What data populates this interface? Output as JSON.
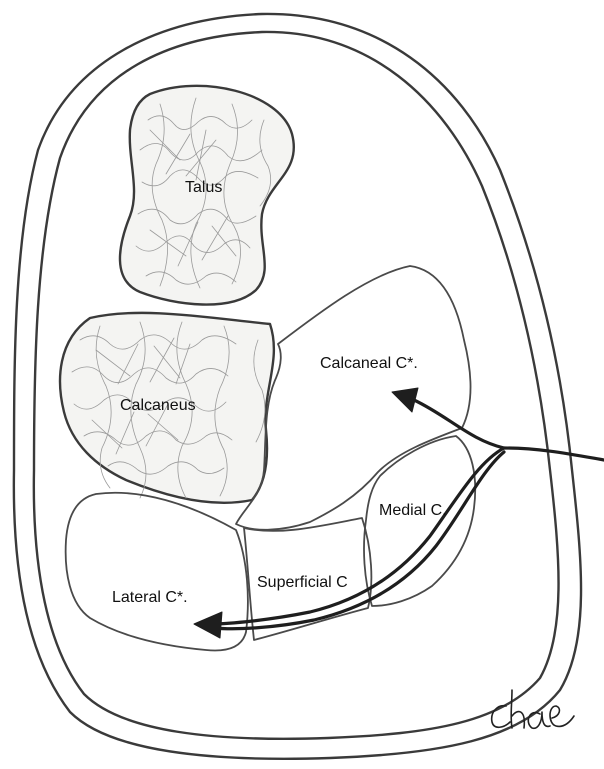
{
  "diagram": {
    "labels": {
      "talus": "Talus",
      "calcaneus": "Calcaneus",
      "calcaneal_compartment": "Calcaneal C*.",
      "medial_compartment": "Medial C.",
      "superficial_compartment": "Superficial C",
      "lateral_compartment": "Lateral C*."
    },
    "signature": "chae"
  }
}
